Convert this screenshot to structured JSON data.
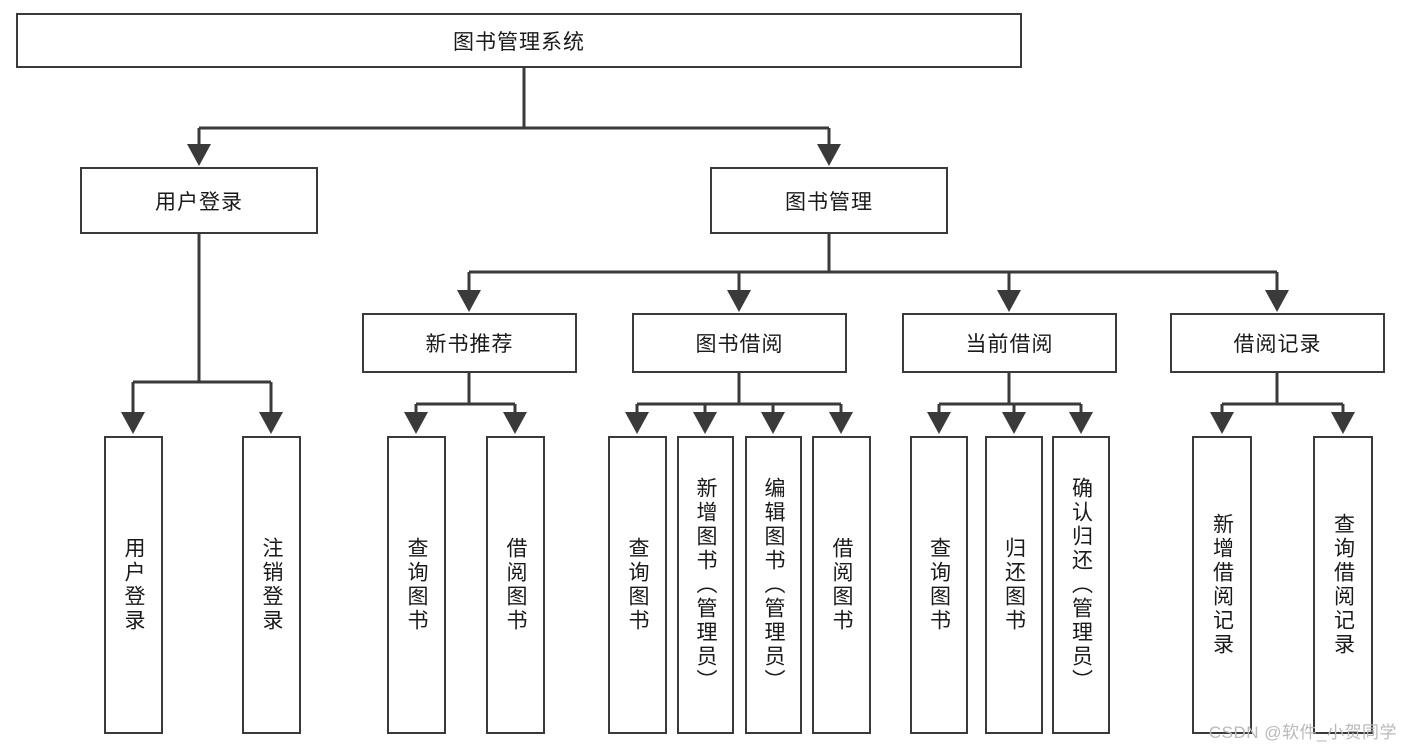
{
  "diagram": {
    "title_node": {
      "label": "图书管理系统"
    },
    "level2": [
      {
        "label": "用户登录"
      },
      {
        "label": "图书管理"
      }
    ],
    "level3": [
      {
        "label": "新书推荐"
      },
      {
        "label": "图书借阅"
      },
      {
        "label": "当前借阅"
      },
      {
        "label": "借阅记录"
      }
    ],
    "leaves": {
      "user_login": [
        {
          "label": "用户登录"
        },
        {
          "label": "注销登录"
        }
      ],
      "new_book_rec": [
        {
          "label": "查询图书"
        },
        {
          "label": "借阅图书"
        }
      ],
      "book_borrow": [
        {
          "label": "查询图书"
        },
        {
          "label": "新增图书（管理员）"
        },
        {
          "label": "编辑图书（管理员）"
        },
        {
          "label": "借阅图书"
        }
      ],
      "current_borrow": [
        {
          "label": "查询图书"
        },
        {
          "label": "归还图书"
        },
        {
          "label": "确认归还（管理员）"
        }
      ],
      "borrow_record": [
        {
          "label": "新增借阅记录"
        },
        {
          "label": "查询借阅记录"
        }
      ]
    }
  },
  "watermark": {
    "text": "CSDN @软件_小贺同学"
  },
  "colors": {
    "stroke": "#3a3a3a",
    "text": "#1a1a1a",
    "background": "#ffffff",
    "watermark": "#b9b9b9"
  }
}
